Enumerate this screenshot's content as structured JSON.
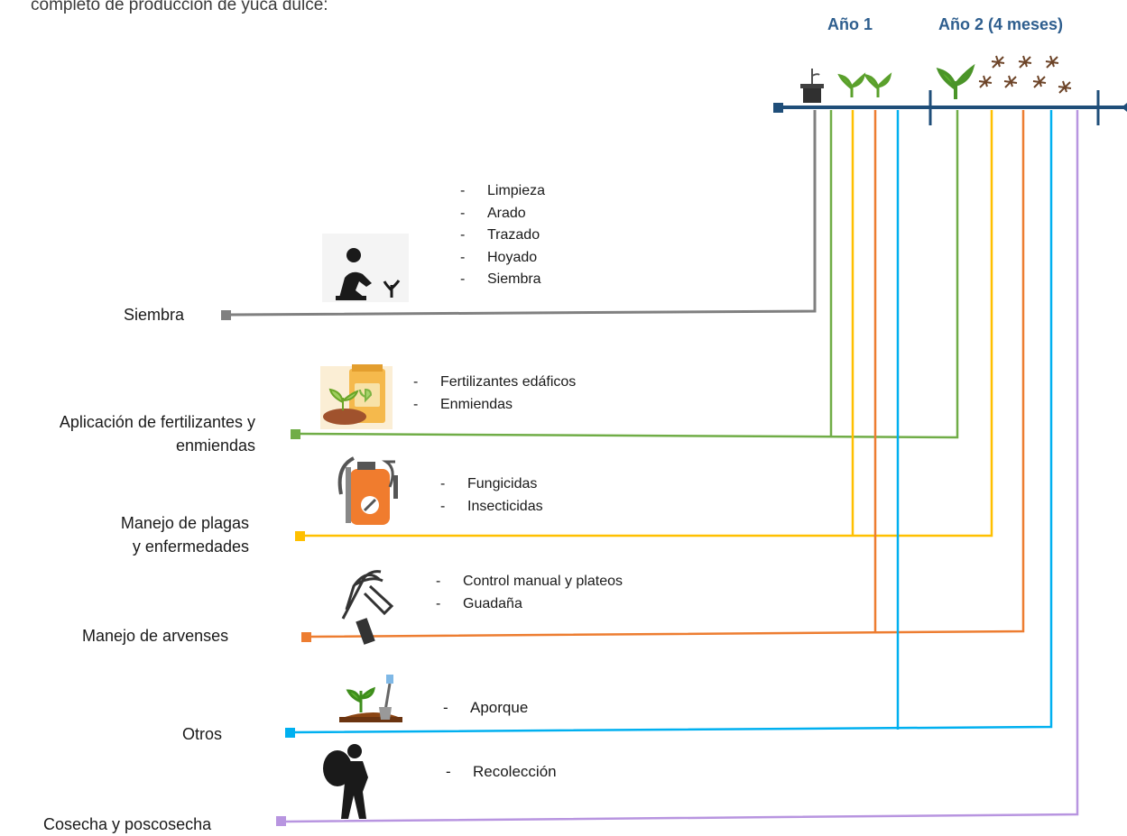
{
  "intro_text": "completo de producción de yuca dulce:",
  "timeline": {
    "year1_label": "Año 1",
    "year2_label": "Año 2 (4 meses)",
    "axis_color": "#1f4e79"
  },
  "stages": [
    {
      "id": "siembra",
      "label_line1": "Siembra",
      "label_line2": "",
      "color": "#808080",
      "icon": "person-planting-icon",
      "tasks": [
        "Limpieza",
        "Arado",
        "Trazado",
        "Hoyado",
        "Siembra"
      ]
    },
    {
      "id": "fertilizantes",
      "label_line1": "Aplicación de fertilizantes y",
      "label_line2": "enmiendas",
      "color": "#70ad47",
      "icon": "fertilizer-bag-icon",
      "tasks": [
        "Fertilizantes edáficos",
        "Enmiendas"
      ]
    },
    {
      "id": "plagas",
      "label_line1": "Manejo de plagas",
      "label_line2": "y enfermedades",
      "color": "#ffc000",
      "icon": "sprayer-icon",
      "tasks": [
        "Fungicidas",
        "Insecticidas"
      ]
    },
    {
      "id": "arvenses",
      "label_line1": "Manejo de arvenses",
      "label_line2": "",
      "color": "#ed7d31",
      "icon": "machete-icon",
      "tasks": [
        "Control manual y  plateos",
        "Guadaña"
      ]
    },
    {
      "id": "otros",
      "label_line1": "Otros",
      "label_line2": "",
      "color": "#00b0f0",
      "icon": "shovel-seedling-icon",
      "tasks": [
        "Aporque"
      ]
    },
    {
      "id": "cosecha",
      "label_line1": "Cosecha y  poscosecha",
      "label_line2": "",
      "color": "#b895e0",
      "icon": "harvester-sack-icon",
      "tasks": [
        "Recolección"
      ]
    }
  ]
}
